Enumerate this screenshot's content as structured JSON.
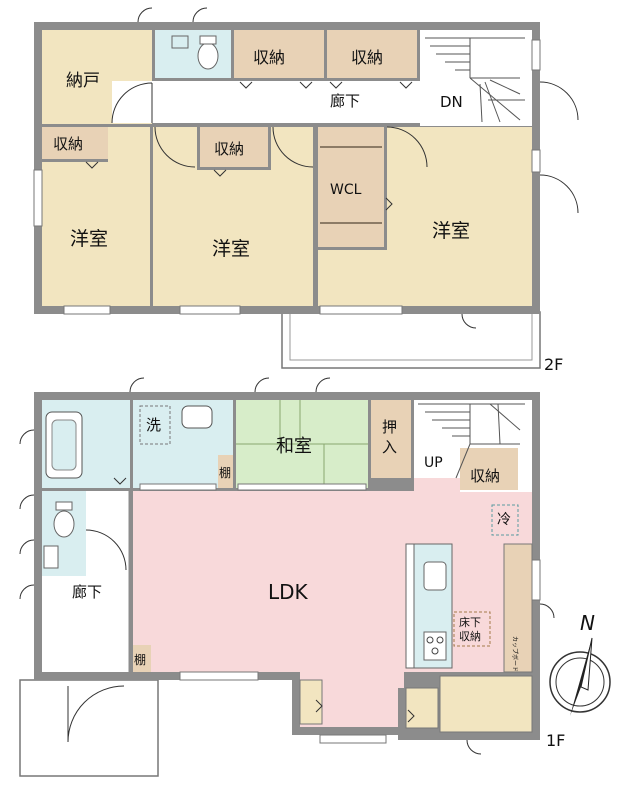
{
  "floor2": {
    "label": "2F",
    "rooms": {
      "nando": "納戸",
      "storage_top1": "収納",
      "storage_top2": "収納",
      "hallway": "廊下",
      "dn": "DN",
      "storage_left": "収納",
      "storage_mid": "収納",
      "wcl": "WCL",
      "western_left": "洋室",
      "western_mid": "洋室",
      "western_right": "洋室"
    }
  },
  "floor1": {
    "label": "1F",
    "rooms": {
      "wash": "洗",
      "shelf_wash": "棚",
      "japanese": "和室",
      "closet": "押入",
      "up": "UP",
      "storage": "収納",
      "fridge": "冷",
      "hallway": "廊下",
      "shelf_hall": "棚",
      "ldk": "LDK",
      "underfloor_1": "床下",
      "underfloor_2": "収納",
      "cupboard": "カップボード"
    }
  },
  "compass": {
    "label": "N"
  },
  "colors": {
    "wall": "#8c8c8c",
    "western": "#f2e5c0",
    "storage": "#e8d2b6",
    "hall": "#ffffff",
    "wet": "#d9eef0",
    "tatami": "#d7edc9",
    "ldk": "#f8d9da"
  }
}
